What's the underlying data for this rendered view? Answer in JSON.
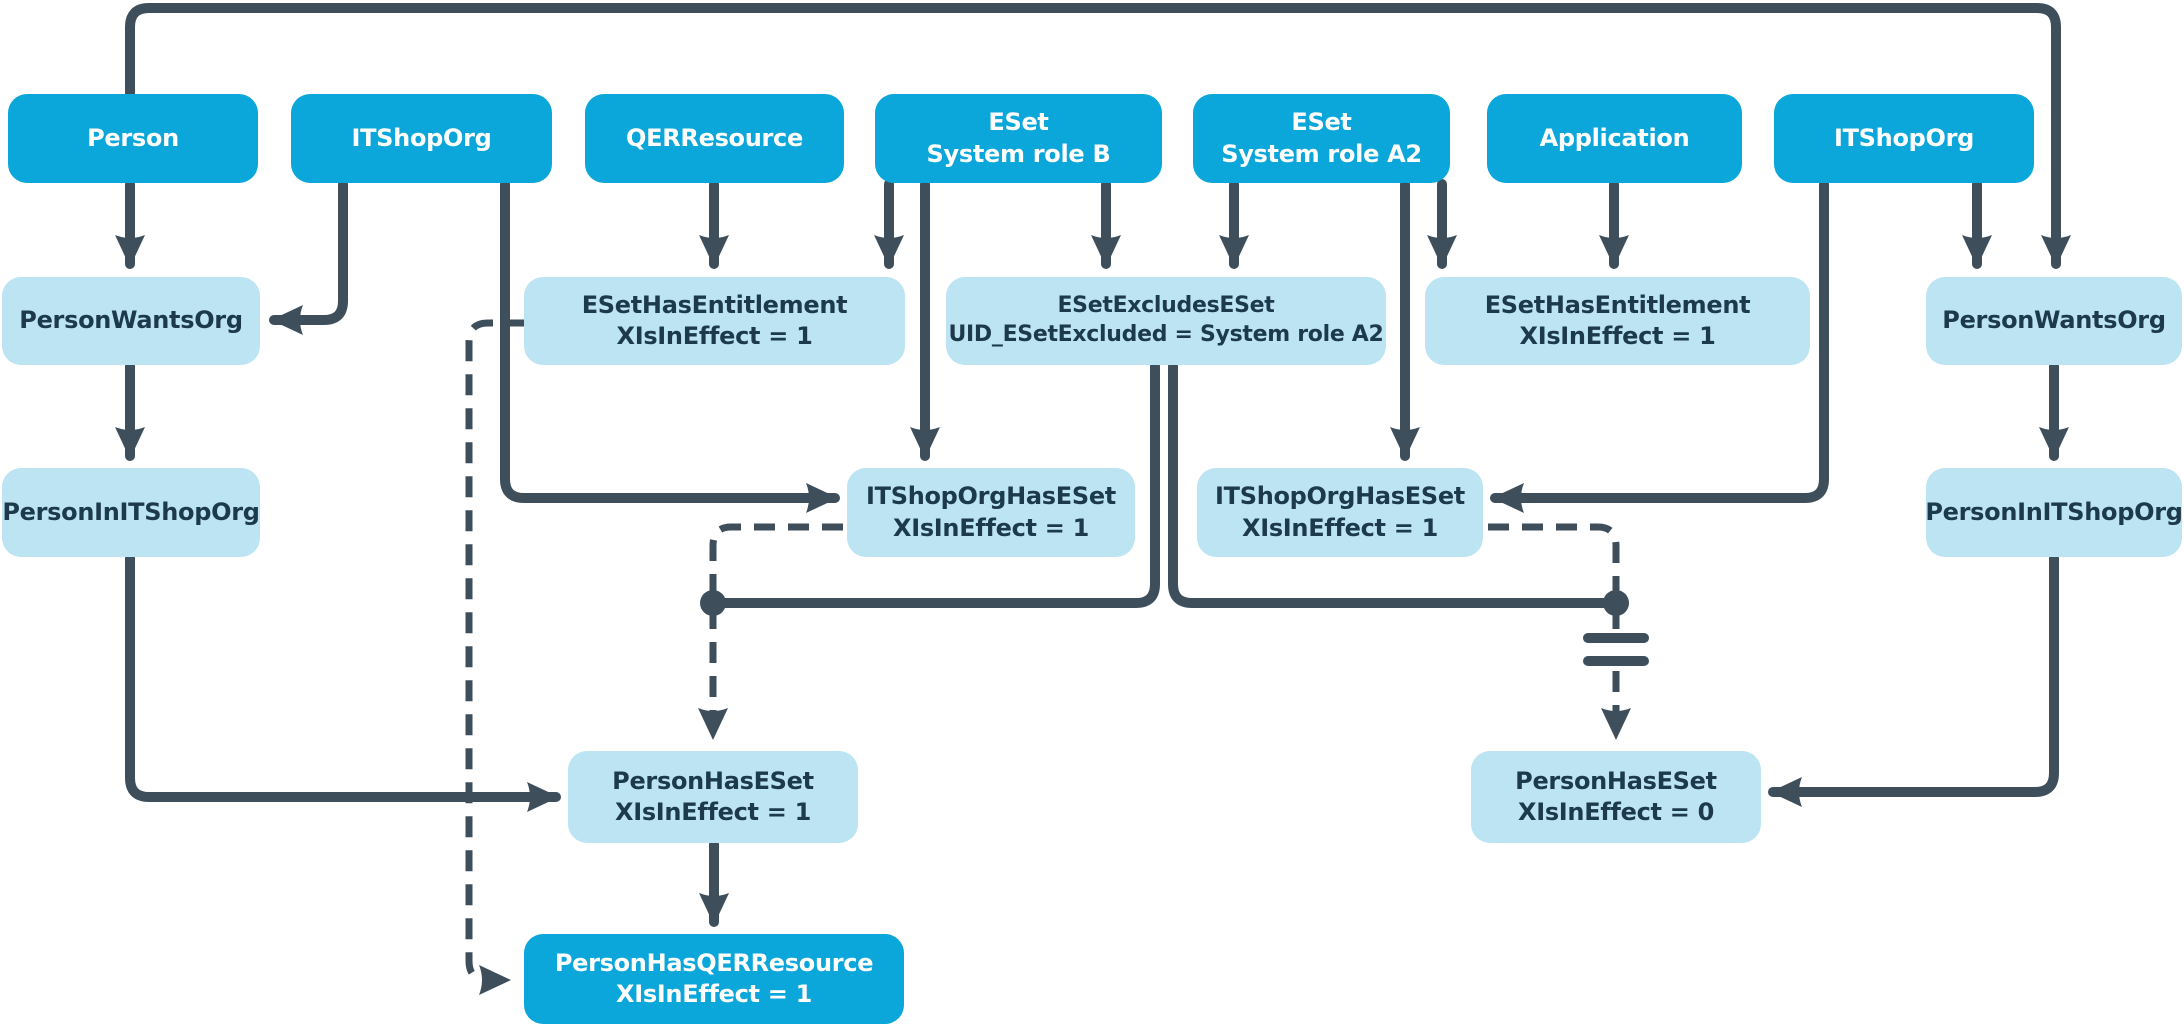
{
  "diagram": {
    "colors": {
      "table_node_fill": "#0ba6da",
      "assignment_node_fill": "#bce4f3",
      "connector": "#3e4e5b",
      "text_on_dark": "#ffffff",
      "text_on_light": "#1d3a4d"
    },
    "nodes": [
      {
        "id": "person",
        "label": "Person",
        "variant": "dark"
      },
      {
        "id": "itshoporg-left",
        "label": "ITShopOrg",
        "variant": "dark"
      },
      {
        "id": "qerresource",
        "label": "QERResource",
        "variant": "dark"
      },
      {
        "id": "eset-system-role-b",
        "label": "ESet\nSystem role B",
        "variant": "dark"
      },
      {
        "id": "eset-system-role-a2",
        "label": "ESet\nSystem role A2",
        "variant": "dark"
      },
      {
        "id": "application",
        "label": "Application",
        "variant": "dark"
      },
      {
        "id": "itshoporg-right",
        "label": "ITShopOrg",
        "variant": "dark"
      },
      {
        "id": "personwantsorg-left",
        "label": "PersonWantsOrg",
        "variant": "light"
      },
      {
        "id": "esethasentitlement-left",
        "label": "ESetHasEntitlement\nXIsInEffect = 1",
        "variant": "light"
      },
      {
        "id": "esetexcludeseset",
        "label": "ESetExcludesESet\nUID_ESetExcluded = System role A2",
        "variant": "light"
      },
      {
        "id": "esethasentitlement-right",
        "label": "ESetHasEntitlement\nXIsInEffect = 1",
        "variant": "light"
      },
      {
        "id": "personwantsorg-right",
        "label": "PersonWantsOrg",
        "variant": "light"
      },
      {
        "id": "personinitshoporg-left",
        "label": "PersonInITShopOrg",
        "variant": "light"
      },
      {
        "id": "itshoporghaseset-left",
        "label": "ITShopOrgHasESet\nXIsInEffect = 1",
        "variant": "light"
      },
      {
        "id": "itshoporghaseset-right",
        "label": "ITShopOrgHasESet\nXIsInEffect = 1",
        "variant": "light"
      },
      {
        "id": "personinitshoporg-right",
        "label": "PersonInITShopOrg",
        "variant": "light"
      },
      {
        "id": "personhaseset-active",
        "label": "PersonHasESet\nXIsInEffect = 1",
        "variant": "light"
      },
      {
        "id": "personhaseset-inactive",
        "label": "PersonHasESet\nXIsInEffect = 0",
        "variant": "light"
      },
      {
        "id": "personhasqerresource",
        "label": "PersonHasQERResource\nXIsInEffect = 1",
        "variant": "dark"
      }
    ],
    "edges": [
      {
        "from": "person",
        "to": "personwantsorg-right",
        "style": "solid"
      },
      {
        "from": "person",
        "to": "personwantsorg-left",
        "style": "solid"
      },
      {
        "from": "itshoporg-left",
        "to": "personwantsorg-left",
        "style": "solid"
      },
      {
        "from": "itshoporg-left",
        "to": "itshoporghaseset-left",
        "style": "solid"
      },
      {
        "from": "qerresource",
        "to": "esethasentitlement-left",
        "style": "solid"
      },
      {
        "from": "eset-system-role-b",
        "to": "esethasentitlement-left",
        "style": "solid"
      },
      {
        "from": "eset-system-role-b",
        "to": "esetexcludeseset",
        "style": "solid"
      },
      {
        "from": "eset-system-role-b",
        "to": "itshoporghaseset-left",
        "style": "solid"
      },
      {
        "from": "eset-system-role-a2",
        "to": "esetexcludeseset",
        "style": "solid"
      },
      {
        "from": "eset-system-role-a2",
        "to": "itshoporghaseset-right",
        "style": "solid"
      },
      {
        "from": "eset-system-role-a2",
        "to": "esethasentitlement-right",
        "style": "solid"
      },
      {
        "from": "application",
        "to": "esethasentitlement-right",
        "style": "solid"
      },
      {
        "from": "itshoporg-right",
        "to": "personwantsorg-right",
        "style": "solid"
      },
      {
        "from": "itshoporg-right",
        "to": "itshoporghaseset-right",
        "style": "solid"
      },
      {
        "from": "personwantsorg-left",
        "to": "personinitshoporg-left",
        "style": "solid"
      },
      {
        "from": "personwantsorg-right",
        "to": "personinitshoporg-right",
        "style": "solid"
      },
      {
        "from": "personinitshoporg-left",
        "to": "personhaseset-active",
        "style": "solid"
      },
      {
        "from": "personinitshoporg-right",
        "to": "personhaseset-inactive",
        "style": "solid"
      },
      {
        "from": "esetexcludeseset",
        "to": "junction-left",
        "style": "solid"
      },
      {
        "from": "esetexcludeseset",
        "to": "junction-right-inhibitor",
        "style": "solid"
      },
      {
        "from": "itshoporghaseset-left",
        "to": "personhaseset-active",
        "style": "dashed"
      },
      {
        "from": "itshoporghaseset-right",
        "to": "personhaseset-inactive",
        "style": "dashed"
      },
      {
        "from": "esethasentitlement-left",
        "to": "personhasqerresource",
        "style": "dashed"
      },
      {
        "from": "personhaseset-active",
        "to": "personhasqerresource",
        "style": "solid"
      }
    ]
  }
}
